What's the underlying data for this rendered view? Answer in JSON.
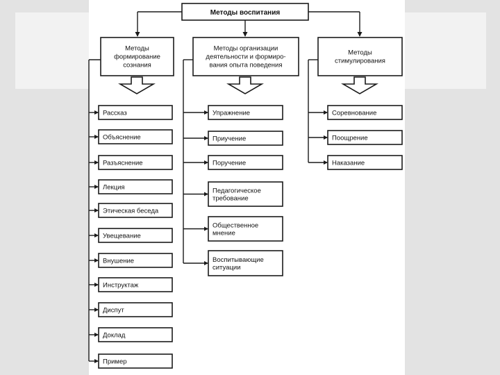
{
  "diagram": {
    "root": "Методы воспитания",
    "groups": [
      {
        "title_lines": [
          "Методы",
          "формирование",
          "сознания"
        ],
        "items": [
          [
            "Рассказ"
          ],
          [
            "Объяснение"
          ],
          [
            "Разъяснение"
          ],
          [
            "Лекция"
          ],
          [
            "Этическая беседа"
          ],
          [
            "Увещевание"
          ],
          [
            "Внушение"
          ],
          [
            "Инструктаж"
          ],
          [
            "Диспут"
          ],
          [
            "Доклад"
          ],
          [
            "Пример"
          ]
        ]
      },
      {
        "title_lines": [
          "Методы организации",
          "деятельности и формиро-",
          "вания опыта поведения"
        ],
        "items": [
          [
            "Упражнение"
          ],
          [
            "Приучение"
          ],
          [
            "Поручение"
          ],
          [
            "Педагогическое",
            "требование"
          ],
          [
            "Общественное",
            "мнение"
          ],
          [
            "Воспитывающие",
            "ситуации"
          ]
        ]
      },
      {
        "title_lines": [
          "Методы",
          "стимулирования"
        ],
        "items": [
          [
            "Соревнование"
          ],
          [
            "Поощрение"
          ],
          [
            "Наказание"
          ]
        ]
      }
    ]
  }
}
